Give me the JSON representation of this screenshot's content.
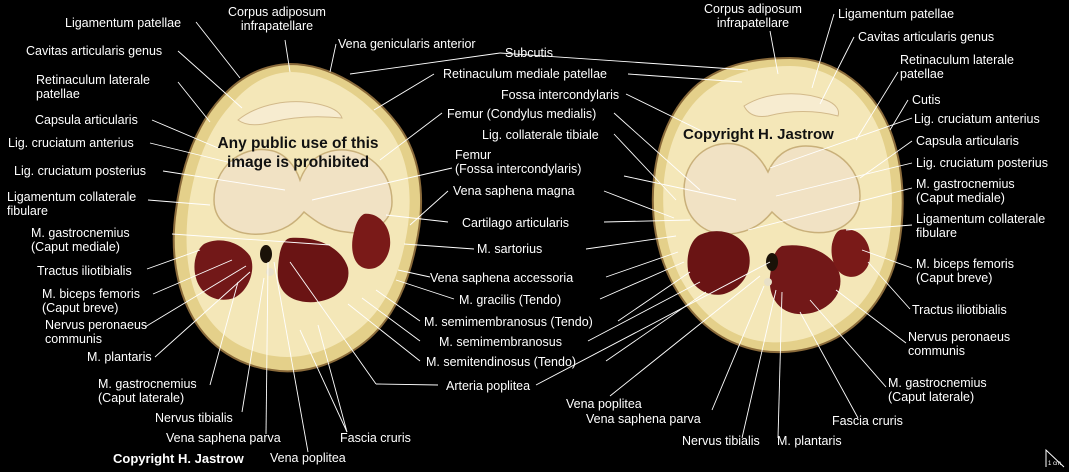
{
  "notice": "Any public use of this\nimage is prohibited",
  "copyright_left": "Copyright H. Jastrow",
  "copyright_right": "Copyright H. Jastrow",
  "scale_label": "1 cm",
  "colors": {
    "background": "#000000",
    "skin": "#e8d99a",
    "fat": "#f3e6b3",
    "bone": "#efe1c0",
    "muscle": "#6e1414",
    "text": "#ffffff"
  },
  "labels_left": {
    "ligamentum_patellae": "Ligamentum patellae",
    "corpus_adiposum": "Corpus adiposum\ninfrapatellare",
    "vena_genicularis": "Vena genicularis anterior",
    "cavitas": "Cavitas articularis genus",
    "retinaculum_laterale": "Retinaculum laterale\npatellae",
    "capsula": "Capsula articularis",
    "lig_cruc_ant": "Lig. cruciatum anterius",
    "lig_cruc_post": "Lig. cruciatum posterius",
    "lig_coll_fib": "Ligamentum collaterale\nfibulare",
    "gastro_med": "M. gastrocnemius\n(Caput mediale)",
    "tractus": "Tractus iliotibialis",
    "biceps": "M. biceps femoris\n(Caput breve)",
    "nervus_peron": "Nervus peronaeus\ncommunis",
    "plantaris": "M. plantaris",
    "gastro_lat": "M. gastrocnemius\n(Caput laterale)",
    "nervus_tib": "Nervus tibialis",
    "vena_saph_parva": "Vena saphena parva",
    "vena_poplitea": "Vena poplitea",
    "fascia": "Fascia cruris"
  },
  "labels_center": {
    "subcutis": "Subcutis",
    "retinaculum_mediale": "Retinaculum mediale patellae",
    "fossa": "Fossa intercondylaris",
    "femur_cond": "Femur (Condylus medialis)",
    "lig_coll_tib": "Lig. collaterale tibiale",
    "femur_fossa": "Femur\n(Fossa intercondylaris)",
    "vena_saph_magna": "Vena saphena magna",
    "cartilago": "Cartilago articularis",
    "sartorius": "M. sartorius",
    "vena_saph_acc": "Vena saphena accessoria",
    "gracilis": "M. gracilis (Tendo)",
    "semimemb_tendo": "M. semimembranosus (Tendo)",
    "semimemb": "M. semimembranosus",
    "semitend": "M. semitendinosus (Tendo)",
    "arteria": "Arteria poplitea",
    "vena_poplitea": "Vena poplitea",
    "vena_saph_parva": "Vena saphena parva"
  },
  "labels_right": {
    "corpus_adiposum": "Corpus adiposum\ninfrapatellare",
    "ligamentum_patellae": "Ligamentum patellae",
    "cavitas": "Cavitas articularis genus",
    "retinaculum_laterale": "Retinaculum laterale\npatellae",
    "cutis": "Cutis",
    "lig_cruc_ant": "Lig. cruciatum anterius",
    "capsula": "Capsula articularis",
    "lig_cruc_post": "Lig. cruciatum posterius",
    "gastro_med": "M. gastrocnemius\n(Caput mediale)",
    "lig_coll_fib": "Ligamentum collaterale\nfibulare",
    "biceps": "M. biceps femoris\n(Caput breve)",
    "tractus": "Tractus iliotibialis",
    "nervus_peron": "Nervus peronaeus\ncommunis",
    "gastro_lat": "M. gastrocnemius\n(Caput laterale)",
    "fascia": "Fascia cruris",
    "nervus_tib": "Nervus tibialis",
    "plantaris": "M. plantaris"
  }
}
